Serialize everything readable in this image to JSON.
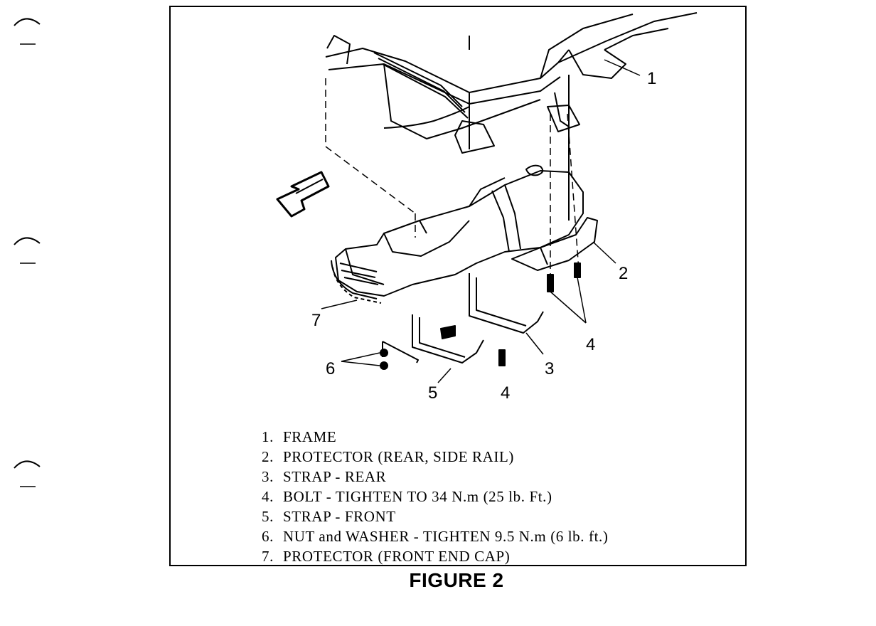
{
  "callouts": {
    "frame": "1",
    "protector_rear": "2",
    "strap_rear": "3",
    "bolt_right": "4",
    "bolt_lower": "4",
    "strap_front": "5",
    "nut_washer": "6",
    "protector_front": "7"
  },
  "legend": [
    {
      "num": "1.",
      "text": "FRAME"
    },
    {
      "num": "2.",
      "text": "PROTECTOR (REAR, SIDE RAIL)"
    },
    {
      "num": "3.",
      "text": "STRAP - REAR"
    },
    {
      "num": "4.",
      "text": "BOLT - TIGHTEN TO 34 N.m (25 lb. Ft.)"
    },
    {
      "num": "5.",
      "text": "STRAP - FRONT"
    },
    {
      "num": "6.",
      "text": "NUT and WASHER - TIGHTEN 9.5 N.m (6 lb. ft.)"
    },
    {
      "num": "7.",
      "text": "PROTECTOR (FRONT END CAP)"
    }
  ],
  "caption": "FIGURE 2",
  "icons": [
    "binder-hole-mark",
    "direction-arrow"
  ]
}
